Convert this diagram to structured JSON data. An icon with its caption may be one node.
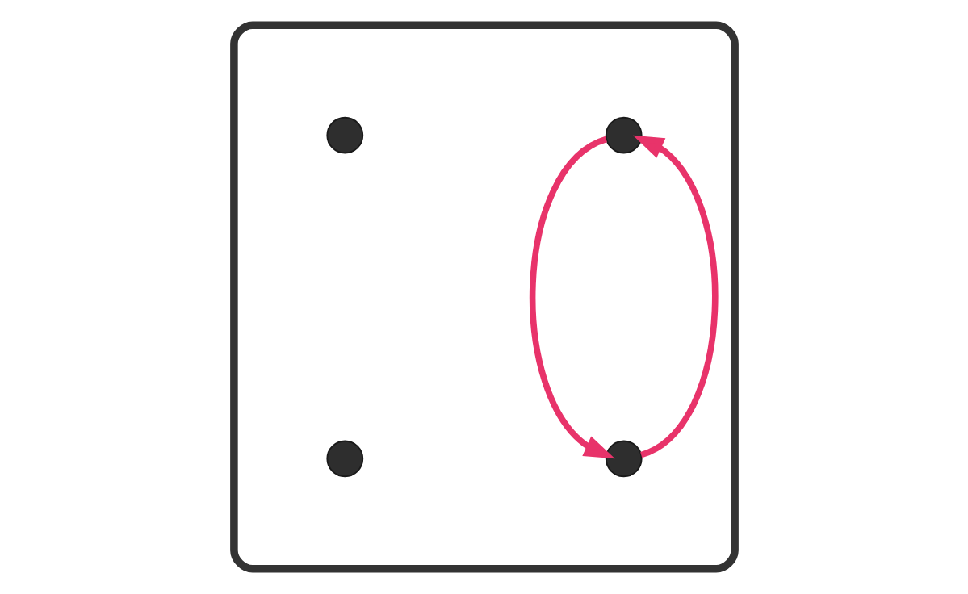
{
  "diagram": {
    "nodes": [
      {
        "text": [],
        "shape": "ellipse"
      },
      {
        "text": [],
        "shape": "circle",
        "in": 0
      },
      {
        "text": [],
        "shape": "circle",
        "in": 0
      },
      {
        "text": [],
        "shape": "circle",
        "in": 0
      },
      {
        "text": [],
        "shape": "circle",
        "in": 0
      }
    ],
    "edges": [
      {
        "from": 1,
        "to": 3,
        "arrow": "to",
        "color": "#e8336a"
      },
      {
        "from": 3,
        "to": 1,
        "arrow": "to",
        "color": "#e8336a"
      }
    ]
  }
}
